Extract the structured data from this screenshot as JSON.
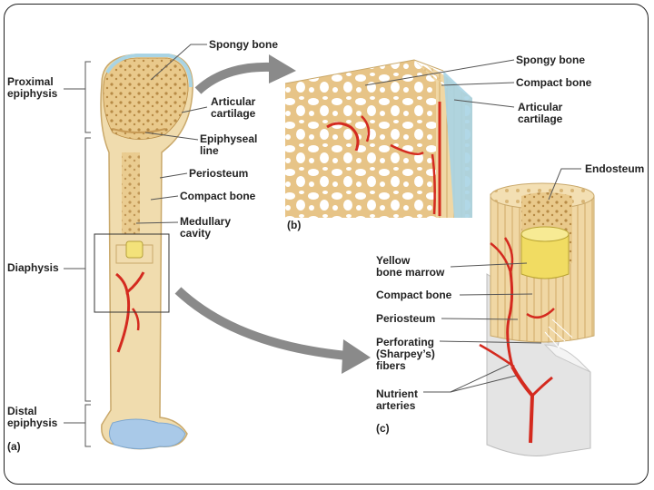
{
  "panels": {
    "a": "(a)",
    "b": "(b)",
    "c": "(c)"
  },
  "labels_a_left": {
    "proximal": "Proximal\nepiphysis",
    "diaphysis": "Diaphysis",
    "distal": "Distal\nepiphysis"
  },
  "labels_a_right": {
    "spongy": "Spongy bone",
    "articular": "Articular\ncartilage",
    "epiphyseal": "Epiphyseal\nline",
    "periosteum": "Periosteum",
    "compact": "Compact bone",
    "medullary": "Medullary\ncavity"
  },
  "labels_b": {
    "spongy": "Spongy bone",
    "compact": "Compact bone",
    "articular": "Articular\ncartilage"
  },
  "labels_c": {
    "endosteum": "Endosteum",
    "yellow": "Yellow\nbone marrow",
    "compact": "Compact bone",
    "periosteum": "Periosteum",
    "perforating": "Perforating\n(Sharpey’s)\nfibers",
    "nutrient": "Nutrient\narteries"
  },
  "colors": {
    "bone": "#f1dcae",
    "spongy": "#e2bf7e",
    "cartilage": "#a9d4e4",
    "artery": "#d42a1f",
    "arrow": "#8a8a8a"
  }
}
